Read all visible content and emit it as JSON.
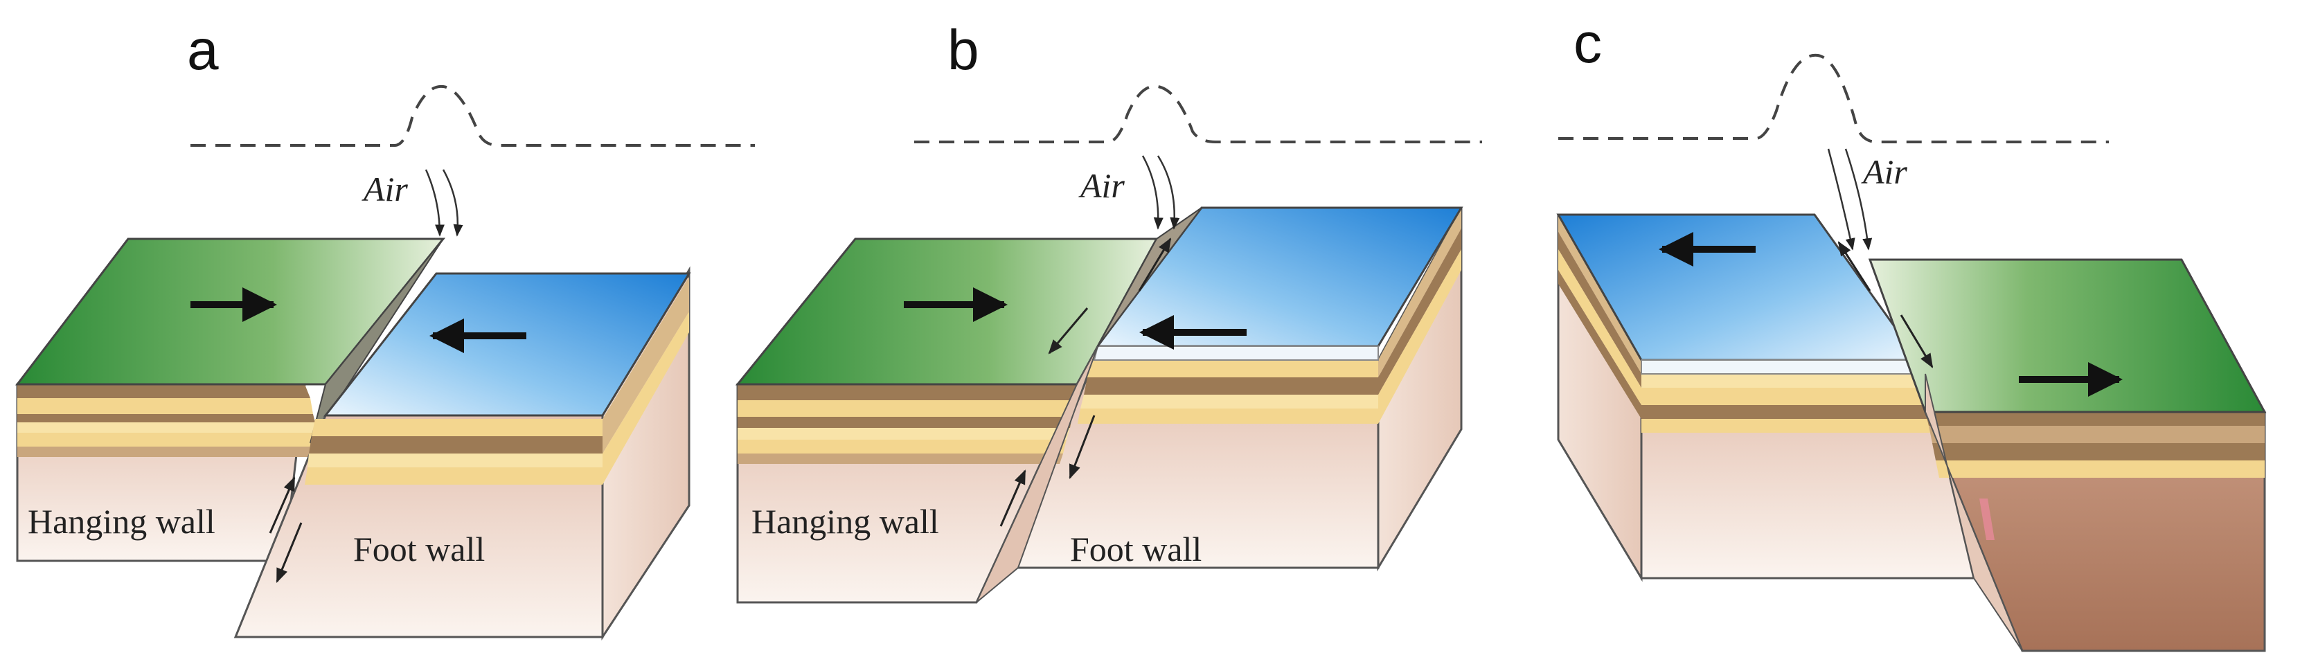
{
  "panels": [
    {
      "letter": "a",
      "air_label": "Air",
      "hanging_wall_label": "Hanging wall",
      "foot_wall_label": "Foot wall"
    },
    {
      "letter": "b",
      "air_label": "Air",
      "hanging_wall_label": "Hanging wall",
      "foot_wall_label": "Foot wall"
    },
    {
      "letter": "c",
      "air_label": "Air"
    }
  ],
  "colors": {
    "green_block": "#2e8b3c",
    "blue_block": "#2f8fd8",
    "sandy_layer": "#f3d68f",
    "brown_layer": "#9c7a55",
    "earth_face": "#e8cdbd"
  }
}
